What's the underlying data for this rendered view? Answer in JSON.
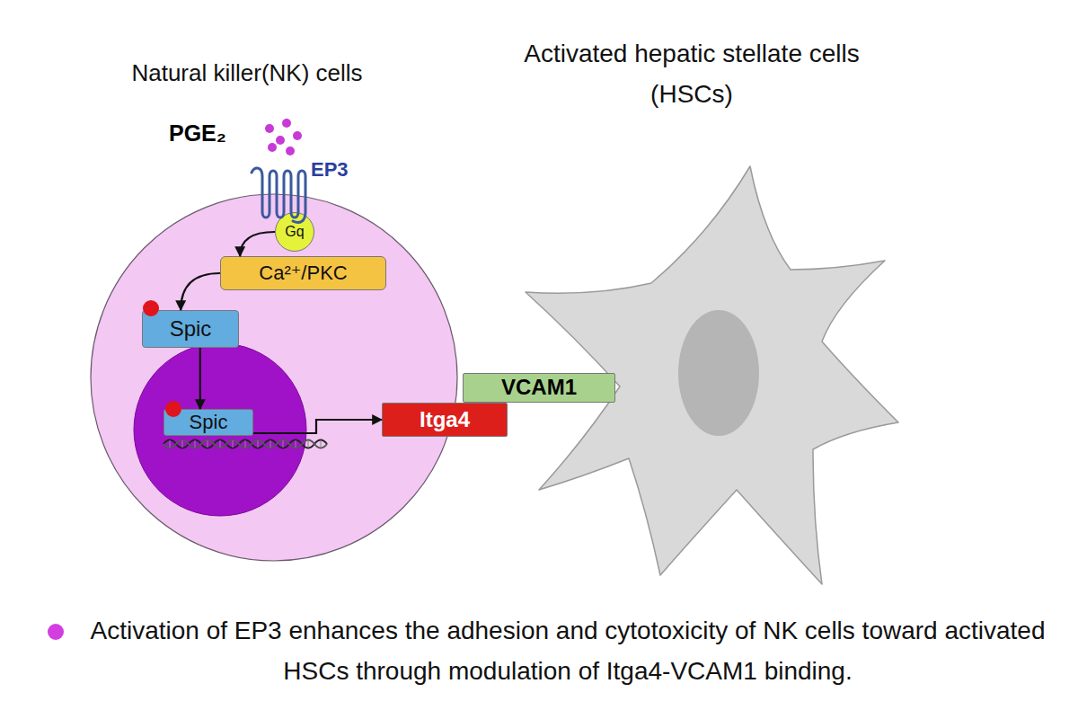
{
  "diagram": {
    "caption": "Activation of EP3 enhances the adhesion and cytotoxicity of NK cells toward activated HSCs through modulation of Itga4-VCAM1 binding.",
    "nodes": [
      {
        "text": [
          "Natural killer(NK) cells"
        ]
      },
      {
        "text": [
          "Activated hepatic stellate cells (HSCs)"
        ]
      },
      {
        "text": [
          "Gq"
        ],
        "in": 0
      },
      {
        "text": [
          "Ca²⁺/PKC"
        ],
        "in": 0
      },
      {
        "text": [
          "Spic"
        ],
        "in": 0
      },
      {
        "text": [
          "Spic"
        ],
        "in": 0
      },
      {
        "text": [
          "VCAM1"
        ]
      },
      {
        "text": [
          "Itga4"
        ]
      }
    ],
    "edges": [
      {
        "from": 2,
        "to": 3,
        "arrow": "to"
      },
      {
        "from": 3,
        "to": 4,
        "arrow": "to"
      },
      {
        "from": 4,
        "to": 5,
        "arrow": "to"
      },
      {
        "from": 5,
        "to": 7,
        "arrow": "to"
      }
    ],
    "labels": [
      "PGE₂",
      "EP3"
    ]
  }
}
